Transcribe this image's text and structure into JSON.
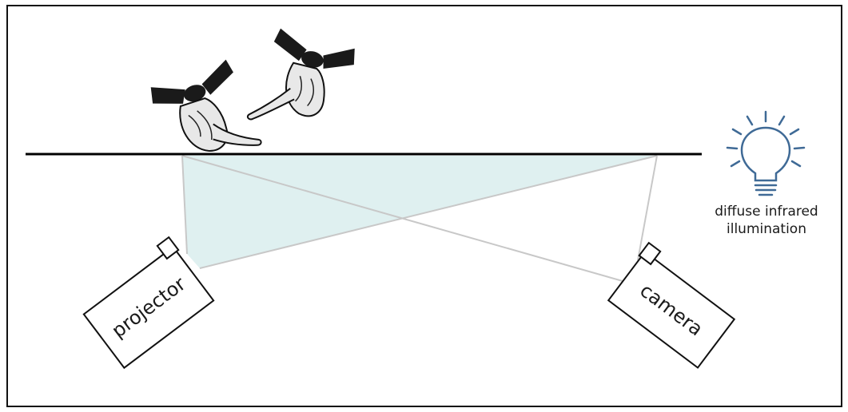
{
  "diagram": {
    "labels": {
      "projector": "projector",
      "camera": "camera",
      "illumination_line1": "diffuse infrared",
      "illumination_line2": "illumination"
    },
    "icons": {
      "pointing_hands": "pointing-hands-icon",
      "light_bulb": "light-bulb-icon"
    },
    "colors": {
      "frame": "#111111",
      "surface": "#000000",
      "projection_fill": "#dff0f0",
      "rays": "#c8c8c8",
      "bulb": "#3f6a96"
    }
  }
}
